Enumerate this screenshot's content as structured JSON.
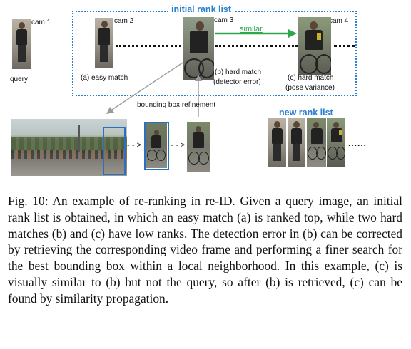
{
  "figure": {
    "initial_rank_list_title": "initial rank list",
    "new_rank_list_title": "new rank list",
    "similar_label": "similar",
    "bbox_refinement_label": "bounding box refinement",
    "cams": [
      "cam 1",
      "cam 2",
      "cam 3",
      "cam 4"
    ],
    "query_label": "query",
    "easy_match_label": "(a) easy match",
    "hard_match_b_line1": "(b) hard match",
    "hard_match_b_line2": "(detector error)",
    "hard_match_c_line1": "(c) hard match",
    "hard_match_c_line2": "(pose variance)",
    "refine_arrow_1": "- - >",
    "refine_arrow_2": "- - >",
    "trailing_dots": "......",
    "colors": {
      "blue_accent": "#2a7fd0",
      "green_arrow": "#2ea84a",
      "box_blue": "#2a6fc0"
    }
  },
  "caption": {
    "text": "Fig. 10: An example of re-ranking in re-ID. Given a query image, an initial rank list is obtained, in which an easy match (a) is ranked top, while two hard matches (b) and (c) have low ranks. The detection error in (b) can be corrected by retrieving the corresponding video frame and performing a finer search for the best bounding box within a local neighborhood. In this example, (c) is visually similar to (b) but not the query, so after (b) is retrieved, (c) can be found by similarity propagation."
  }
}
